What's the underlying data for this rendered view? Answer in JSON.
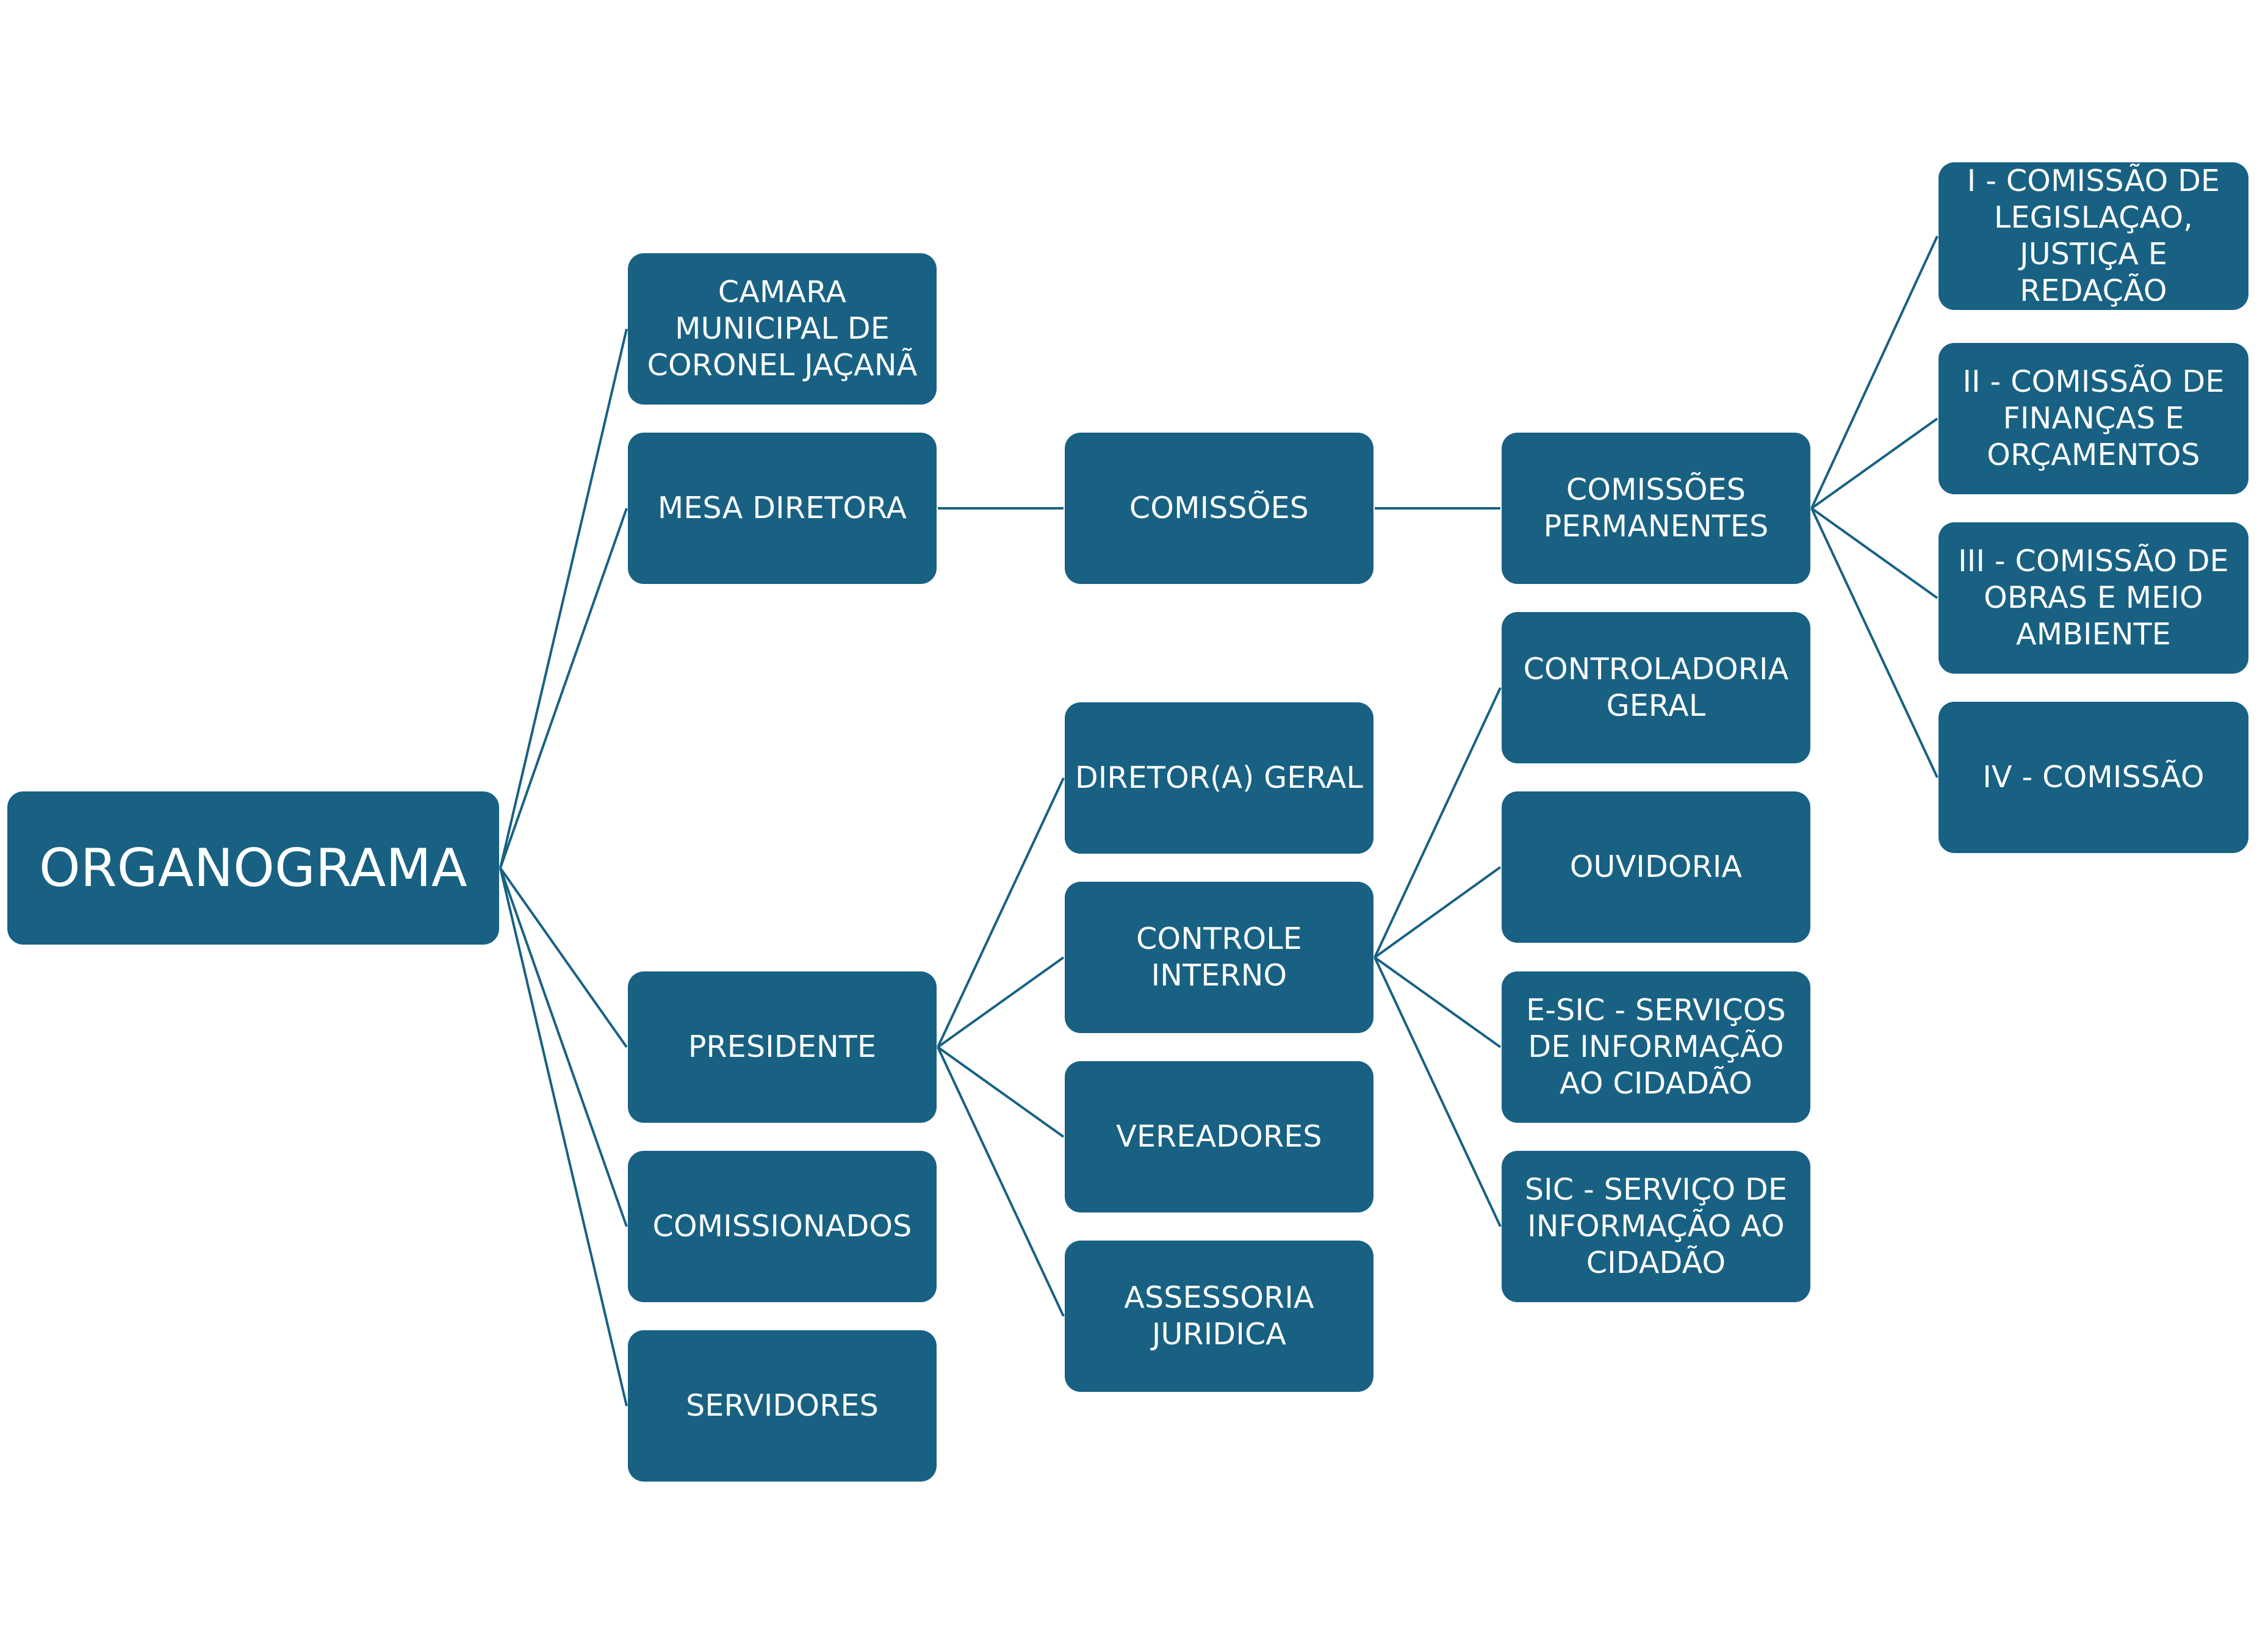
{
  "diagram": {
    "title": "ORGANOGRAMA",
    "colors": {
      "box": "#186183",
      "text": "#ffffff",
      "line": "#186183",
      "background": "#ffffff"
    },
    "nodes": {
      "root": "ORGANOGRAMA",
      "camara": "CAMARA\nMUNICIPAL DE\nCORONEL JAÇANÃ",
      "mesa": "MESA DIRETORA",
      "presidente": "PRESIDENTE",
      "comissionados": "COMISSIONADOS",
      "servidores": "SERVIDORES",
      "comissoes": "COMISSÕES",
      "diretor": "DIRETOR(A) GERAL",
      "controle": "CONTROLE\nINTERNO",
      "vereadores": "VEREADORES",
      "assessoria": "ASSESSORIA\nJURIDICA",
      "permanentes": "COMISSÕES\nPERMANENTES",
      "controladoria": "CONTROLADORIA\nGERAL",
      "ouvidoria": "OUVIDORIA",
      "esic": "E-SIC - SERVIÇOS\nDE INFORMAÇÃO\nAO CIDADÃO",
      "sic": "SIC - SERVIÇO DE\nINFORMAÇÃO AO\nCIDADÃO",
      "com1": "I - COMISSÃO DE\nLEGISLAÇAO,\nJUSTIÇA E REDAÇÃO",
      "com2": "II - COMISSÃO DE\nFINANÇAS E\nORÇAMENTOS",
      "com3": "III - COMISSÃO DE\nOBRAS E MEIO\nAMBIENTE",
      "com4": "IV - COMISSÃO"
    },
    "edges": [
      [
        "root",
        "camara"
      ],
      [
        "root",
        "mesa"
      ],
      [
        "root",
        "presidente"
      ],
      [
        "root",
        "comissionados"
      ],
      [
        "root",
        "servidores"
      ],
      [
        "mesa",
        "comissoes"
      ],
      [
        "comissoes",
        "permanentes"
      ],
      [
        "permanentes",
        "com1"
      ],
      [
        "permanentes",
        "com2"
      ],
      [
        "permanentes",
        "com3"
      ],
      [
        "permanentes",
        "com4"
      ],
      [
        "presidente",
        "diretor"
      ],
      [
        "presidente",
        "controle"
      ],
      [
        "presidente",
        "vereadores"
      ],
      [
        "presidente",
        "assessoria"
      ],
      [
        "controle",
        "controladoria"
      ],
      [
        "controle",
        "ouvidoria"
      ],
      [
        "controle",
        "esic"
      ],
      [
        "controle",
        "sic"
      ]
    ]
  }
}
